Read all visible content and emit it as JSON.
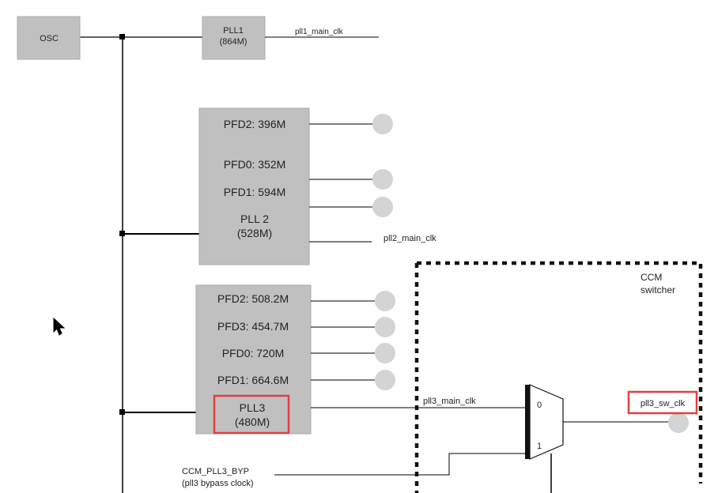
{
  "osc": {
    "label": "OSC"
  },
  "pll1": {
    "name": "PLL1",
    "freq": "(864M)",
    "out_label": "pll1_main_clk"
  },
  "pll2": {
    "pfd2": "PFD2: 396M",
    "pfd0": "PFD0: 352M",
    "pfd1": "PFD1: 594M",
    "name": "PLL 2",
    "freq": "(528M)",
    "out_label": "pll2_main_clk"
  },
  "pll3": {
    "pfd2": "PFD2: 508.2M",
    "pfd3": "PFD3: 454.7M",
    "pfd0": "PFD0: 720M",
    "pfd1": "PFD1: 664.6M",
    "name": "PLL3",
    "freq": "(480M)",
    "out_label": "pll3_main_clk"
  },
  "ccm": {
    "line1": "CCM",
    "line2": "switcher",
    "mux_in0": "0",
    "mux_in1": "1",
    "out_label": "pll3_sw_clk"
  },
  "bypass": {
    "line1": "CCM_PLL3_BYP",
    "line2": "(pll3 bypass clock)"
  },
  "colors": {
    "box_fill": "#c0c0c0",
    "node_fill": "#d4d4d4",
    "highlight": "#e04040"
  }
}
